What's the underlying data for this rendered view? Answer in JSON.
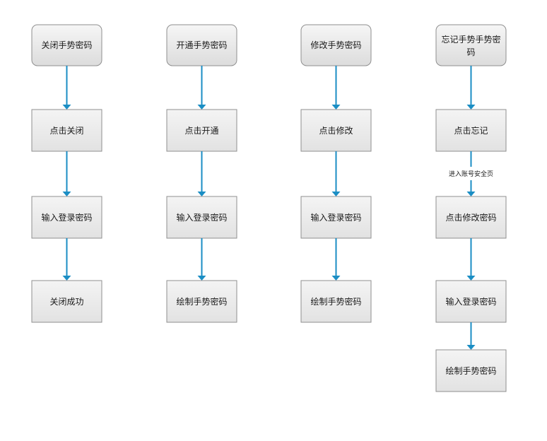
{
  "flows": [
    {
      "start": "关闭手势密码",
      "steps": [
        "点击关闭",
        "输入登录密码",
        "关闭成功"
      ]
    },
    {
      "start": "开通手势密码",
      "steps": [
        "点击开通",
        "输入登录密码",
        "绘制手势密码"
      ]
    },
    {
      "start": "修改手势密码",
      "steps": [
        "点击修改",
        "输入登录密码",
        "绘制手势密码"
      ]
    },
    {
      "start": [
        "忘记手势手势密",
        "码"
      ],
      "steps": [
        "点击忘记",
        "点击修改密码",
        "输入登录密码",
        "绘制手势密码"
      ],
      "edge_label": "进入账号安全页"
    }
  ],
  "colors": {
    "connector": "#1b8ec4",
    "node_border": "#8f8f8f",
    "start_fill_top": "#f6f6f6",
    "start_fill_bottom": "#dcdcdc",
    "step_fill_top": "#f4f4f4",
    "step_fill_bottom": "#e2e2e2"
  }
}
